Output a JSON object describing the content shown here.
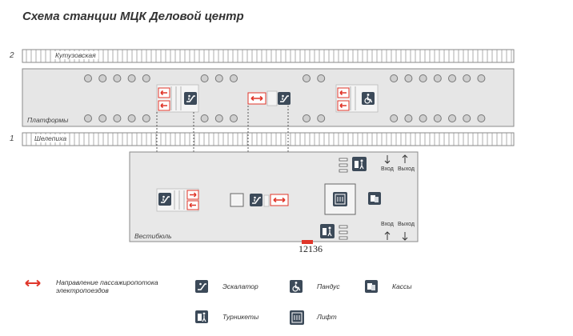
{
  "title": "Схема станции МЦК Деловой центр",
  "tracks": {
    "top": {
      "number": "2",
      "direction": "Кутузовская"
    },
    "bottom": {
      "number": "1",
      "direction": "Шелепиха"
    }
  },
  "platform_label": "Платформы",
  "vestibule_label": "Вестибюль",
  "stop_code": "12136",
  "exit_labels": {
    "entrance": "Вход",
    "exit": "Выход"
  },
  "legend": {
    "direction": "Направление пассажиропотока электропоездов",
    "escalator": "Эскалатор",
    "ramp": "Пандус",
    "ticket_office": "Кассы",
    "turnstiles": "Турникеты",
    "lift": "Лифт"
  },
  "colors": {
    "accent_red": "#e0362a",
    "icon_dark": "#3c4a59",
    "platform_fill": "#e6e6e6",
    "outline": "#8a8a8a"
  }
}
